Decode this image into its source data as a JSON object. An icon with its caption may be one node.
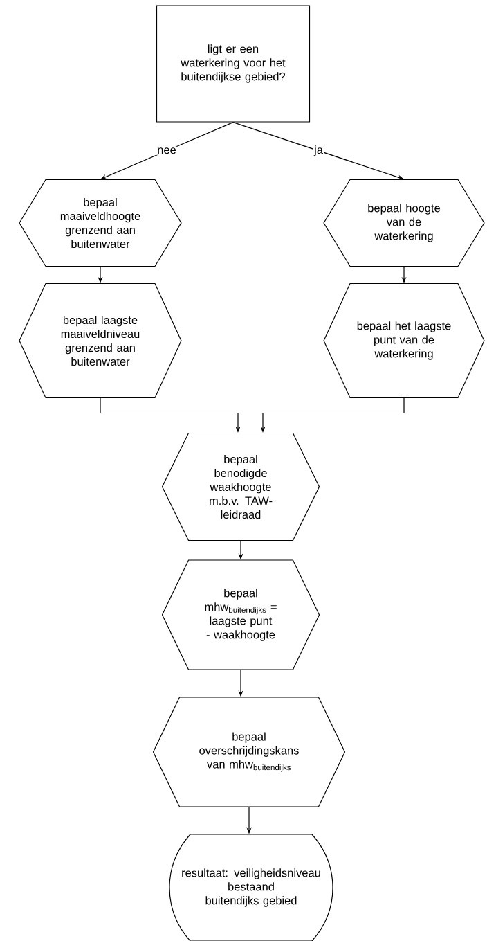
{
  "diagram": {
    "nodes": [
      {
        "text": [
          "ligt er een waterkering voor het buitendijkse gebied?"
        ]
      },
      {
        "text": [
          "bepaal maaiveldhoogte grenzend aan buitenwater"
        ]
      },
      {
        "text": [
          "bepaal hoogte van de waterkering"
        ]
      },
      {
        "text": [
          "bepaal laagste maaiveldniveau grenzend aan buitenwater"
        ]
      },
      {
        "text": [
          "bepaal het laagste punt van de waterkering"
        ]
      },
      {
        "text": [
          "bepaal benodigde waakhoogte m.b.v. TAW-leidraad"
        ]
      },
      {
        "text": [
          "bepaal",
          "\\text{mhw}_{\\text{buitendijks}}",
          "= laagste punt - waakhoogte"
        ]
      },
      {
        "text": [
          "bepaal overschrijdingskans",
          "\\text{van mhw}_{\\text{buitendijks}}"
        ]
      },
      {
        "text": [
          "resultaat: veiligheidsniveau bestaand buitendijks gebied"
        ]
      }
    ],
    "edges": [
      {
        "from": 0,
        "to": 1,
        "arrow": "to",
        "label": "nee"
      },
      {
        "from": 0,
        "to": 2,
        "arrow": "to",
        "label": "ja"
      },
      {
        "from": 1,
        "to": 3,
        "arrow": "to"
      },
      {
        "from": 2,
        "to": 4,
        "arrow": "to"
      },
      {
        "from": 3,
        "to": 5,
        "arrow": "to"
      },
      {
        "from": 4,
        "to": 5,
        "arrow": "to"
      },
      {
        "from": 5,
        "to": 6,
        "arrow": "to"
      },
      {
        "from": 6,
        "to": 7,
        "arrow": "to"
      },
      {
        "from": 7,
        "to": 8,
        "arrow": "to"
      }
    ]
  }
}
